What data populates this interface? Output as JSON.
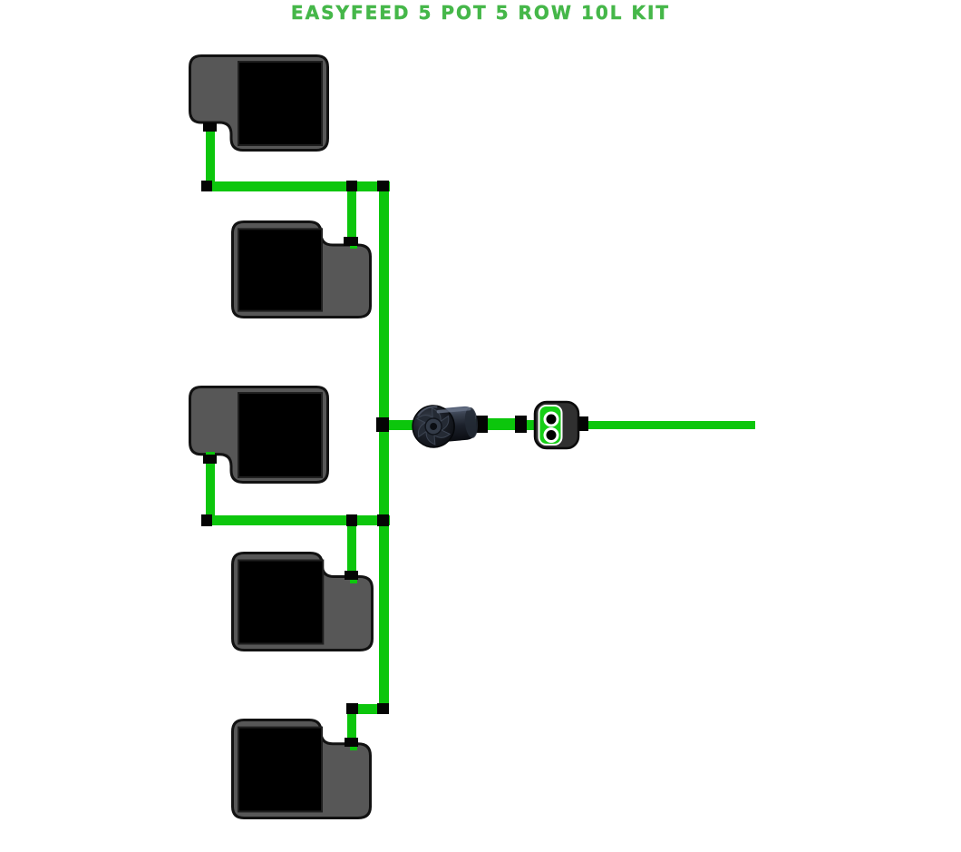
{
  "title": {
    "text": "EASYFEED 5 POT 5 ROW 10L KIT"
  },
  "colors": {
    "background": "#ffffff",
    "title_green": "#45b749",
    "tube_green": "#0cc60c",
    "valve_green": "#16ce16",
    "pot_gray": "#575757",
    "pot_border": "#121212",
    "pot_opening": "#000000",
    "connector_black": "#040404"
  },
  "diagram": {
    "pot_count": 5,
    "row_count": 5,
    "pot_size": "10L"
  }
}
